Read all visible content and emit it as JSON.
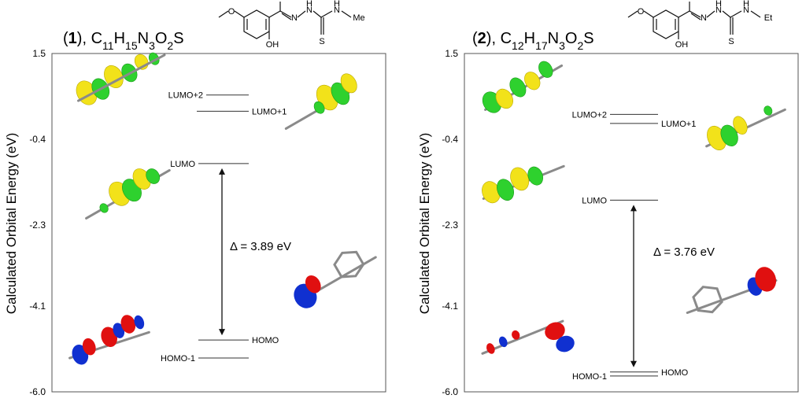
{
  "chart_data": [
    {
      "type": "energy-level-diagram",
      "title": {
        "num": "1",
        "formula": "C11H15N3O2S"
      },
      "ylabel": "Calculated Orbital Energy (eV)",
      "ylim": [
        -6.0,
        1.5
      ],
      "ticks": [
        "1.5",
        "-0.4",
        "-2.3",
        "-4.1",
        "-6.0"
      ],
      "tick_values": [
        1.5,
        -0.4,
        -2.3,
        -4.1,
        -6.0
      ],
      "levels": [
        {
          "name": "LUMO+2",
          "energy": 0.58
        },
        {
          "name": "LUMO+1",
          "energy": 0.22
        },
        {
          "name": "LUMO",
          "energy": -0.94
        },
        {
          "name": "HOMO",
          "energy": -4.85
        },
        {
          "name": "HOMO-1",
          "energy": -5.25
        }
      ],
      "gap_label": "Δ = 3.89 eV",
      "gap_between": [
        "LUMO",
        "HOMO"
      ],
      "molecule_substituent": "Me"
    },
    {
      "type": "energy-level-diagram",
      "title": {
        "num": "2",
        "formula": "C12H17N3O2S"
      },
      "ylabel": "Calculated Orbital Energy (eV)",
      "ylim": [
        -6.0,
        1.5
      ],
      "ticks": [
        "1.5",
        "-0.4",
        "-2.3",
        "-4.1",
        "-6.0"
      ],
      "tick_values": [
        1.5,
        -0.4,
        -2.3,
        -4.1,
        -6.0
      ],
      "levels": [
        {
          "name": "LUMO+2",
          "energy": 0.15
        },
        {
          "name": "LUMO+1",
          "energy": -0.05
        },
        {
          "name": "LUMO",
          "energy": -1.75
        },
        {
          "name": "HOMO",
          "energy": -5.56
        },
        {
          "name": "HOMO-1",
          "energy": -5.65
        }
      ],
      "gap_label": "Δ = 3.76 eV",
      "gap_between": [
        "LUMO",
        "HOMO"
      ],
      "molecule_substituent": "Et"
    }
  ],
  "structure_labels": {
    "methoxy": "O",
    "hydroxyl": "OH",
    "thione": "S",
    "nh": "H",
    "n": "N"
  },
  "colors": {
    "frame": "#555555",
    "level": "#333333",
    "lobe_positive": "#f2e21a",
    "lobe_negative": "#2ed12e",
    "homo_positive": "#e01010",
    "homo_negative": "#1030d0",
    "atom_c": "#8a8a8a",
    "atom_n": "#2a3cd8",
    "atom_o": "#d02020",
    "atom_s": "#e0c020"
  }
}
